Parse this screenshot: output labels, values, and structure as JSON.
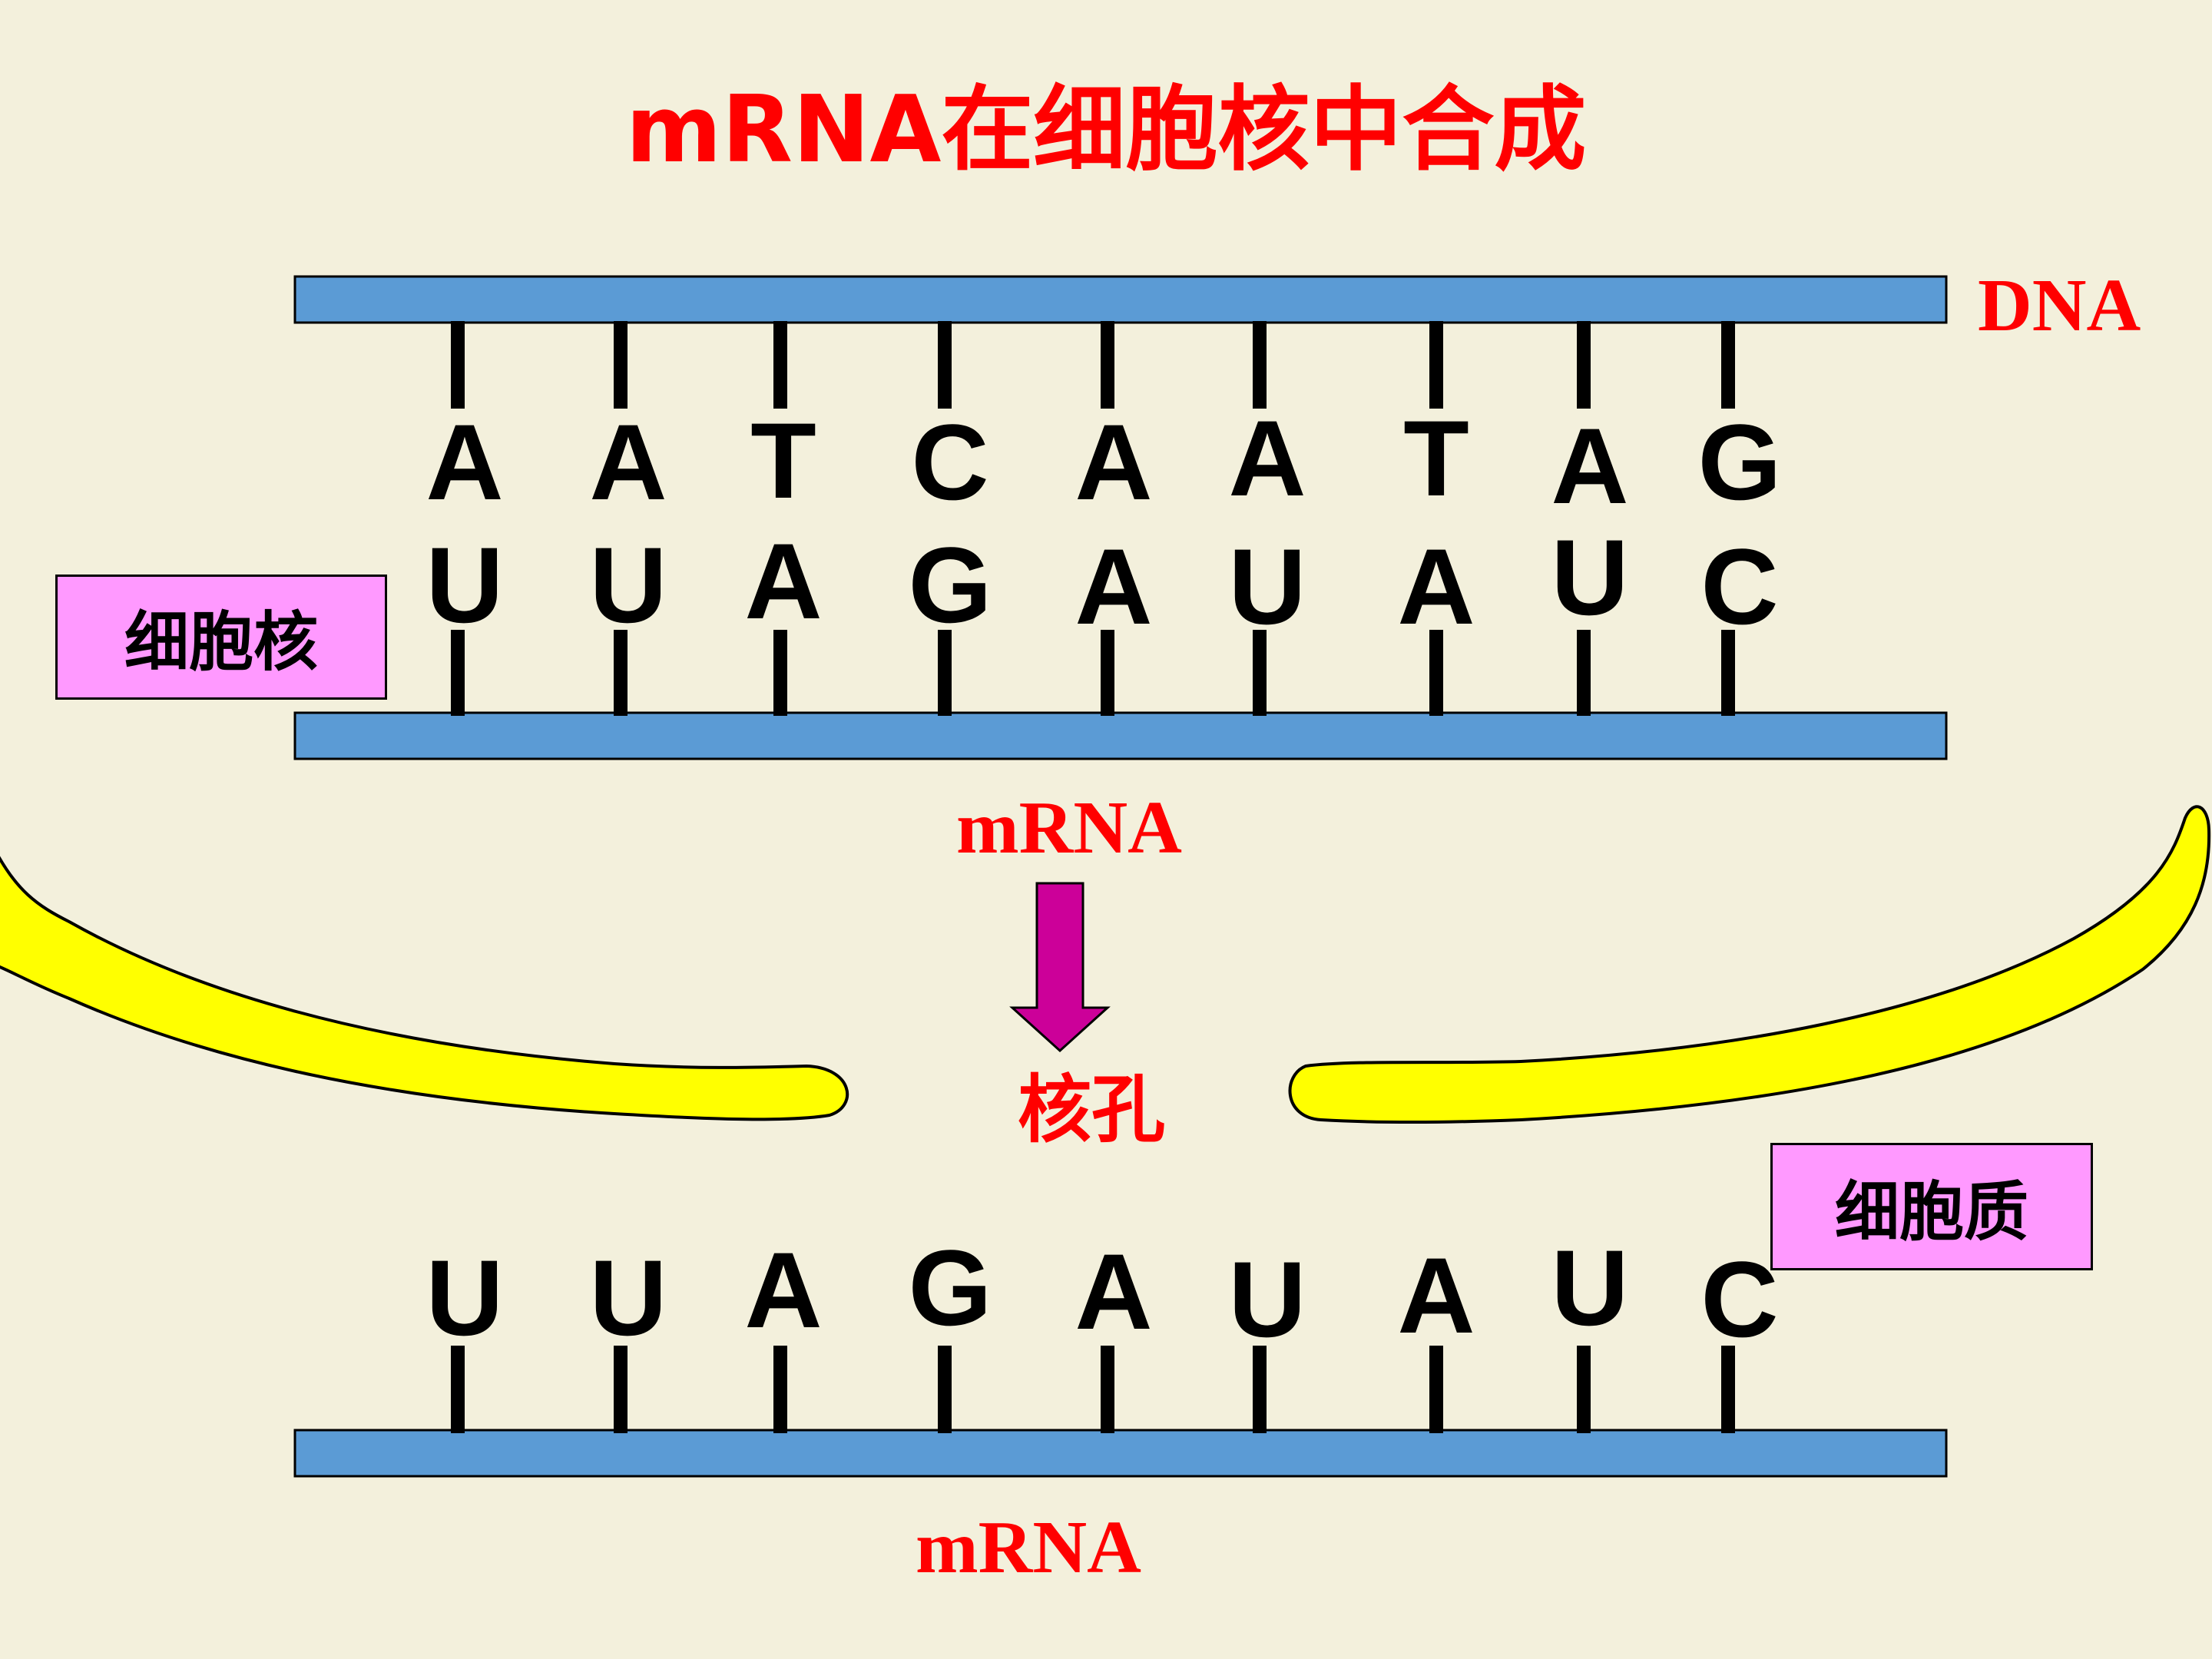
{
  "title": "mRNA在细胞核中合成",
  "labels": {
    "dna": "DNA",
    "mrna_top": "mRNA",
    "nuclear_pore": "核孔",
    "nucleus": "细胞核",
    "cytoplasm": "细胞质",
    "mrna_bottom": "mRNA"
  },
  "dna_template_bases": [
    "A",
    "A",
    "T",
    "C",
    "A",
    "A",
    "T",
    "A",
    "G"
  ],
  "mrna_bases": [
    "U",
    "U",
    "A",
    "G",
    "A",
    "U",
    "A",
    "U",
    "C"
  ],
  "colors": {
    "background": "#f3f0dc",
    "strand": "#5b9bd5",
    "nuclear_envelope": "#ffff00",
    "arrow": "#cc0099",
    "label_box": "#ff99ff",
    "title_text": "#ff0000"
  }
}
